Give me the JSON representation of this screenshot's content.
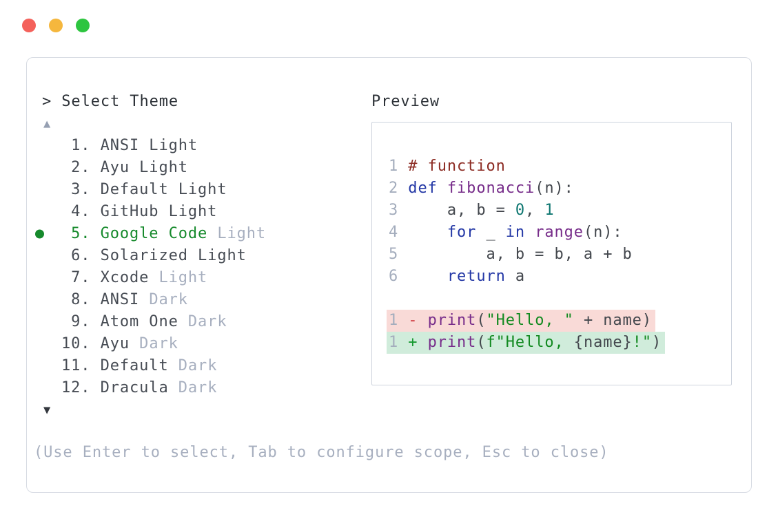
{
  "window": {
    "controls": [
      {
        "name": "close",
        "color": "#f4615b"
      },
      {
        "name": "minimize",
        "color": "#f5b73d"
      },
      {
        "name": "zoom",
        "color": "#2dc53f"
      }
    ]
  },
  "panel": {
    "title": "> Select Theme",
    "scroll_up": "▲",
    "scroll_down": "▼",
    "hint": "(Use Enter to select, Tab to configure scope, Esc to close)",
    "themes": [
      {
        "num": " 1.",
        "name": "ANSI Light",
        "suffix": "",
        "selected": false
      },
      {
        "num": " 2.",
        "name": "Ayu Light",
        "suffix": "",
        "selected": false
      },
      {
        "num": " 3.",
        "name": "Default Light",
        "suffix": "",
        "selected": false
      },
      {
        "num": " 4.",
        "name": "GitHub Light",
        "suffix": "",
        "selected": false
      },
      {
        "num": " 5.",
        "name": "Google Code",
        "suffix": "Light",
        "selected": true
      },
      {
        "num": " 6.",
        "name": "Solarized Light",
        "suffix": "",
        "selected": false
      },
      {
        "num": " 7.",
        "name": "Xcode",
        "suffix": "Light",
        "selected": false
      },
      {
        "num": " 8.",
        "name": "ANSI",
        "suffix": "Dark",
        "selected": false
      },
      {
        "num": " 9.",
        "name": "Atom One",
        "suffix": "Dark",
        "selected": false
      },
      {
        "num": "10.",
        "name": "Ayu",
        "suffix": "Dark",
        "selected": false
      },
      {
        "num": "11.",
        "name": "Default",
        "suffix": "Dark",
        "selected": false
      },
      {
        "num": "12.",
        "name": "Dracula",
        "suffix": "Dark",
        "selected": false
      }
    ],
    "preview": {
      "label": "Preview",
      "code_lines": [
        {
          "no": "1",
          "tokens": [
            [
              "com",
              "# function"
            ]
          ]
        },
        {
          "no": "2",
          "tokens": [
            [
              "kw",
              "def"
            ],
            [
              "pln",
              " "
            ],
            [
              "fn",
              "fibonacci"
            ],
            [
              "pln",
              "(n):"
            ]
          ]
        },
        {
          "no": "3",
          "tokens": [
            [
              "pln",
              "    a, b = "
            ],
            [
              "lit",
              "0"
            ],
            [
              "pln",
              ", "
            ],
            [
              "lit",
              "1"
            ]
          ]
        },
        {
          "no": "4",
          "tokens": [
            [
              "pln",
              "    "
            ],
            [
              "kw",
              "for"
            ],
            [
              "pln",
              " _ "
            ],
            [
              "kw",
              "in"
            ],
            [
              "pln",
              " "
            ],
            [
              "fn",
              "range"
            ],
            [
              "pln",
              "(n):"
            ]
          ]
        },
        {
          "no": "5",
          "tokens": [
            [
              "pln",
              "        a, b = b, a + b"
            ]
          ]
        },
        {
          "no": "6",
          "tokens": [
            [
              "pln",
              "    "
            ],
            [
              "kw",
              "return"
            ],
            [
              "pln",
              " a"
            ]
          ]
        }
      ],
      "diff_lines": [
        {
          "no": "1",
          "kind": "removed",
          "tokens": [
            [
              "del",
              "- "
            ],
            [
              "fn",
              "print"
            ],
            [
              "pln",
              "("
            ],
            [
              "str",
              "\"Hello, \""
            ],
            [
              "pln",
              " + name)"
            ]
          ]
        },
        {
          "no": "1",
          "kind": "added",
          "tokens": [
            [
              "ins",
              "+ "
            ],
            [
              "fn",
              "print"
            ],
            [
              "pln",
              "("
            ],
            [
              "str",
              "f\"Hello, "
            ],
            [
              "pln",
              "{name}"
            ],
            [
              "str",
              "!\""
            ],
            [
              "pln",
              ")"
            ]
          ]
        }
      ]
    }
  },
  "colors": {
    "selected_green": "#168a2c",
    "muted_text": "#a7afbf",
    "dark_text": "#2b3036",
    "item_text": "#474c54",
    "code_plain": "#43474d",
    "comment": "#8c2b23",
    "keyword": "#2438a6",
    "function_name": "#772d8a",
    "literal": "#0d7670",
    "string": "#128a20",
    "diff_removed_fg": "#cf3a41",
    "diff_added_fg": "#179a31",
    "diff_removed_bg": "#f9dad7",
    "diff_added_bg": "#d0ecdb",
    "panel_border": "#d7dbe3",
    "preview_border": "#cdd3dd"
  }
}
